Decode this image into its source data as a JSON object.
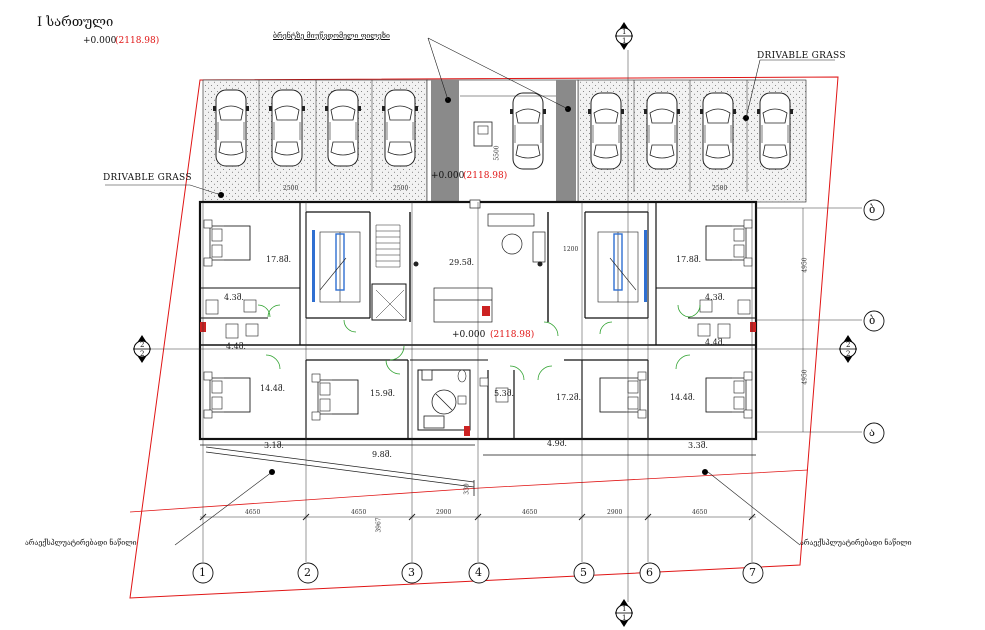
{
  "title": {
    "floor_name": "I სართული",
    "elevation": "+0.000",
    "elevation_abs": "(2118.98)"
  },
  "labels": {
    "ev_parking": "ბრენტზე მიუწვდომელი ფილეზი",
    "drivable_grass_right": "DRIVABLE GRASS",
    "drivable_grass_left": "DRIVABLE GRASS",
    "non_exploited_left": "არაექსპლუატირებადი ნაწილი",
    "non_exploited_right": "არაექსპლუატირებადი ნაწილი"
  },
  "levels": {
    "parking_elev": "+0.000",
    "parking_elev_abs": "(2118.98)",
    "floor_elev": "+0.000",
    "floor_elev_abs": "(2118.98)"
  },
  "rooms": [
    "17.8მ.",
    "29.5მ.",
    "17.8მ.",
    "4.3მ.",
    "4.3მ.",
    "4.4მ.",
    "4.4მ.",
    "14.4მ.",
    "15.9მ.",
    "5.3მ.",
    "17.2მ.",
    "14.4მ.",
    "3.1მ.",
    "9.8მ.",
    "4.9მ.",
    "3.3მ."
  ],
  "dimensions": {
    "bottom": [
      "4650",
      "4650",
      "2900",
      "4650",
      "2900",
      "4650"
    ],
    "right": [
      "4950",
      "4950"
    ],
    "parking": [
      "2500",
      "2500",
      "2500",
      "5500"
    ],
    "stair_width": "1200",
    "ramp": [
      "3967",
      "330"
    ]
  },
  "grid_axes": {
    "numbered": [
      "1",
      "2",
      "3",
      "4",
      "5",
      "6",
      "7"
    ],
    "lettered": [
      "ბ",
      "ბ",
      "ა"
    ]
  },
  "sections": {
    "top_num": "1",
    "top_sheet": "1",
    "bottom_num": "1",
    "bottom_sheet": "1",
    "left_num": "2",
    "left_sheet": "2",
    "right_num": "2",
    "right_sheet": "2"
  },
  "colors": {
    "linework": "#111111",
    "boundary": "#e01515",
    "elevation_abs": "#e01515",
    "ev_bay": "#8a8a8a",
    "stair_blue": "#2f6fd1",
    "door_arc": "#2ca02c",
    "grass_fill": "#efefef",
    "sanitary_marker": "#cc2222"
  },
  "icons": [
    "car-icon",
    "ev-charger-icon",
    "bed-icon",
    "stair-icon",
    "door-swing-icon",
    "sofa-icon",
    "toilet-icon",
    "wheelchair-icon",
    "north-section-icon"
  ]
}
